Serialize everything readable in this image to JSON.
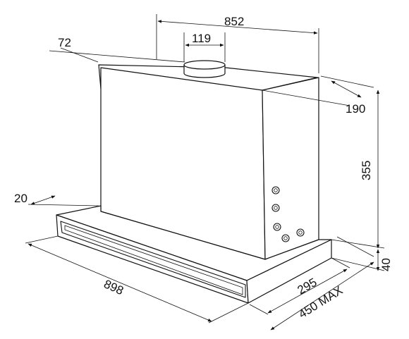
{
  "dimensions": {
    "width_top": "852",
    "duct_diameter": "119",
    "duct_offset": "72",
    "depth_top": "190",
    "height_body": "355",
    "front_offset": "20",
    "width_bottom": "898",
    "depth_bottom": "295",
    "depth_max": "450 MAX",
    "height_base": "40"
  }
}
